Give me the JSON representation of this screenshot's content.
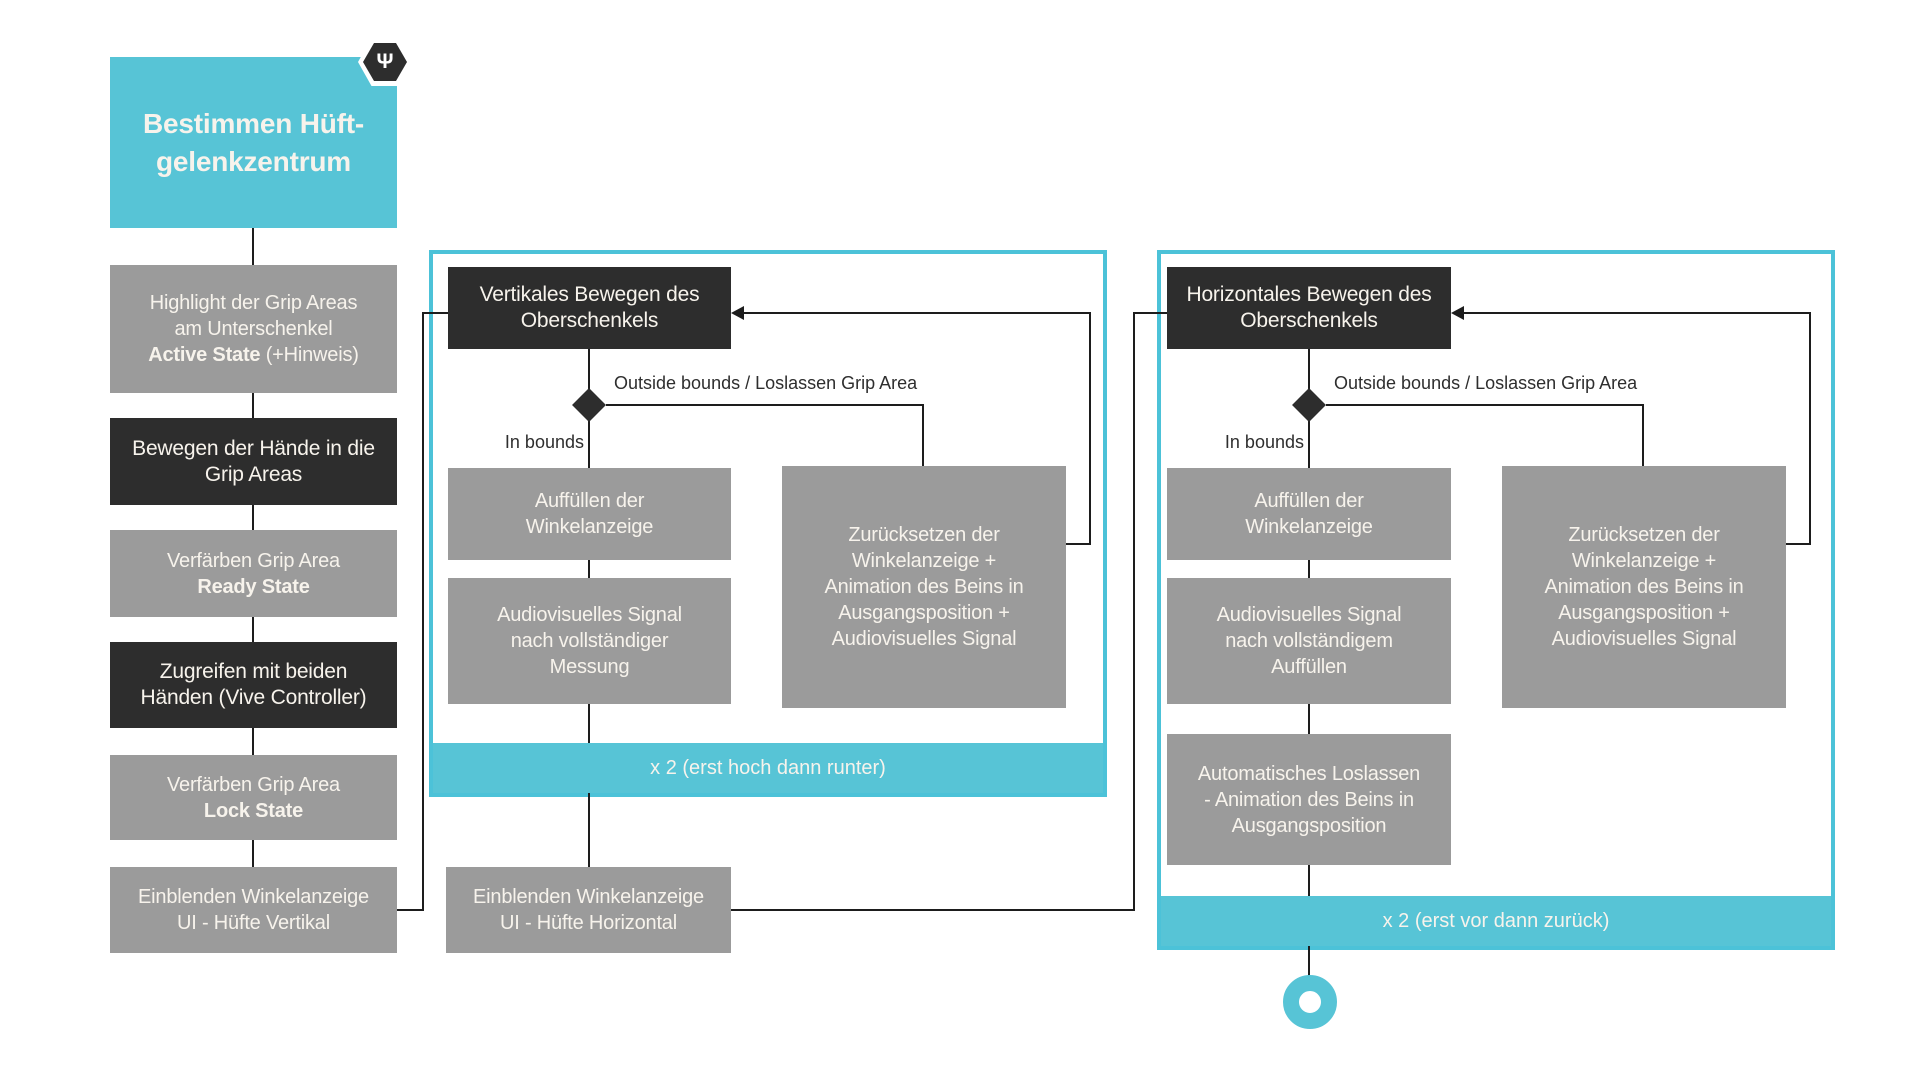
{
  "colors": {
    "cyan": "#57c4d6",
    "cyan_border": "#4cc2d8",
    "gray_box": "#9b9b9b",
    "dark_box": "#2d2d2d",
    "line": "#1d1d1d",
    "text_light": "#f7f3ec",
    "text_dark": "#2e2e2e"
  },
  "badge": {
    "glyph": "Ψ"
  },
  "start": {
    "title": "Bestimmen Hüft-\ngelenkzentrum"
  },
  "left_steps": [
    {
      "text": "Highlight der Grip Areas\nam Unterschenkel\n",
      "bold": "Active State",
      "suffix": " (+Hinweis)"
    },
    {
      "text": "Bewegen der Hände in die\nGrip Areas",
      "bold": "",
      "suffix": ""
    },
    {
      "text": "Verfärben Grip Area\n",
      "bold": "Ready State",
      "suffix": ""
    },
    {
      "text": "Zugreifen mit beiden\nHänden (Vive Controller)",
      "bold": "",
      "suffix": ""
    },
    {
      "text": "Verfärben Grip Area\n",
      "bold": "Lock State",
      "suffix": ""
    },
    {
      "text": "Einblenden Winkelanzeige\nUI - Hüfte Vertikal",
      "bold": "",
      "suffix": ""
    }
  ],
  "vertical_loop": {
    "title": "Vertikales Bewegen des\nOberschenkels",
    "outside_label": "Outside bounds / Loslassen Grip Area",
    "in_label": "In bounds",
    "fill_box": "Auffüllen der\nWinkelanzeige",
    "signal_box": "Audiovisuelles Signal\nnach vollständiger\nMessung",
    "reset_box": "Zurücksetzen der\nWinkelanzeige +\nAnimation des Beins in\nAusgangsposition +\nAudiovisuelles Signal",
    "repeat_label": "x 2 (erst hoch dann runter)"
  },
  "between_box": "Einblenden Winkelanzeige\nUI - Hüfte Horizontal",
  "horizontal_loop": {
    "title": "Horizontales Bewegen des\nOberschenkels",
    "outside_label": "Outside bounds / Loslassen Grip Area",
    "in_label": "In bounds",
    "fill_box": "Auffüllen der\nWinkelanzeige",
    "signal_box": "Audiovisuelles Signal\nnach vollständigem\nAuffüllen",
    "release_box": "Automatisches Loslassen\n- Animation des Beins in\nAusgangsposition",
    "reset_box": "Zurücksetzen der\nWinkelanzeige +\nAnimation des Beins in\nAusgangsposition +\nAudiovisuelles Signal",
    "repeat_label": "x 2 (erst vor dann zurück)"
  }
}
